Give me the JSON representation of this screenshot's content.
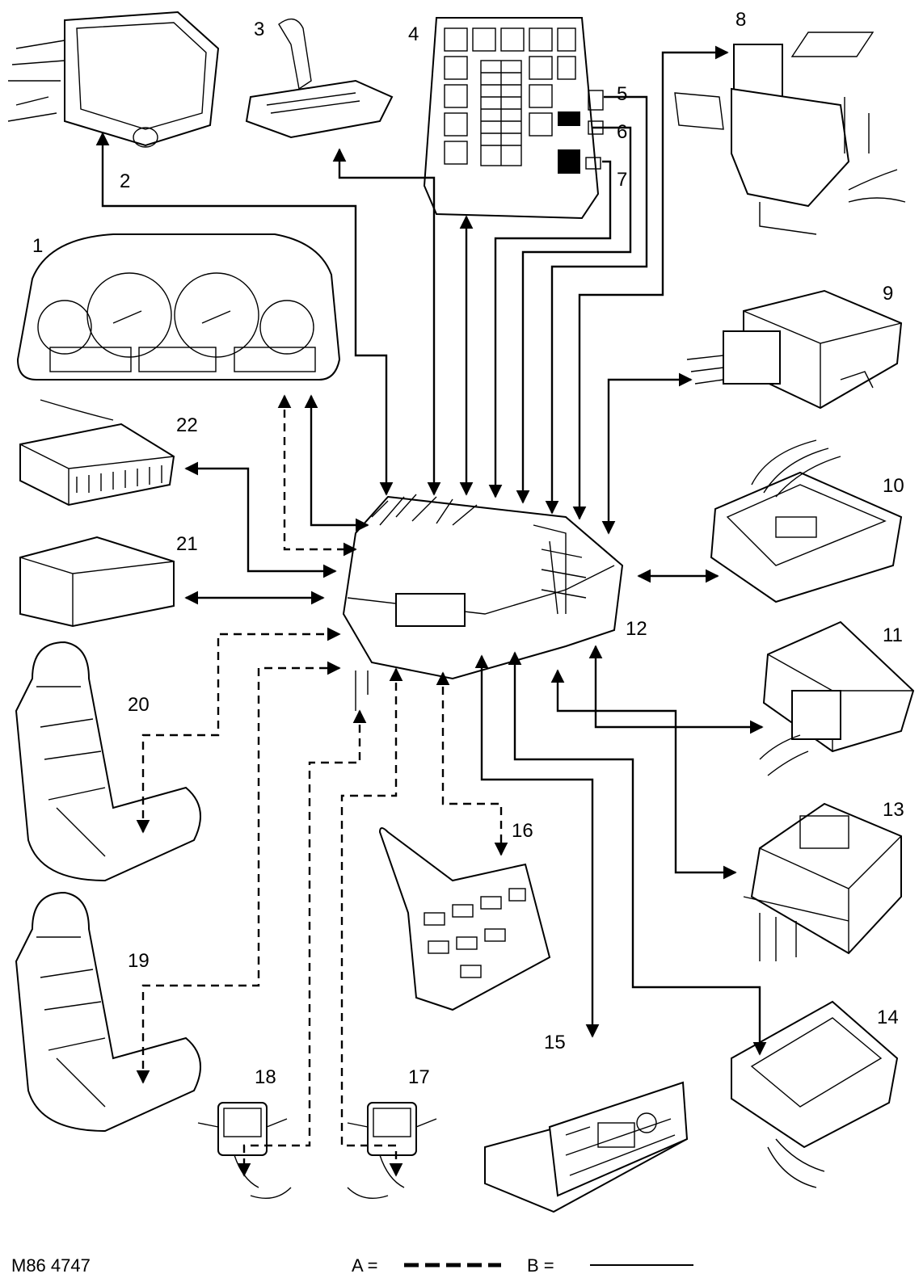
{
  "diagram": {
    "ref": "M86 4747",
    "legend": [
      {
        "key": "A =",
        "style": "dashed"
      },
      {
        "key": "B =",
        "style": "solid"
      }
    ],
    "components": [
      {
        "num": "1",
        "icon": "instrument-cluster-icon"
      },
      {
        "num": "2",
        "icon": "control-module-icon"
      },
      {
        "num": "3",
        "icon": "gear-selector-icon"
      },
      {
        "num": "4",
        "icon": "fuse-box-icon"
      },
      {
        "num": "5",
        "icon": "relay-icon"
      },
      {
        "num": "6",
        "icon": "relay-icon"
      },
      {
        "num": "7",
        "icon": "relay-icon"
      },
      {
        "num": "8",
        "icon": "module-bracket-icon"
      },
      {
        "num": "9",
        "icon": "control-module-icon"
      },
      {
        "num": "10",
        "icon": "control-module-icon"
      },
      {
        "num": "11",
        "icon": "control-module-icon"
      },
      {
        "num": "12",
        "icon": "central-module-icon"
      },
      {
        "num": "13",
        "icon": "control-module-icon"
      },
      {
        "num": "14",
        "icon": "control-module-icon"
      },
      {
        "num": "15",
        "icon": "climate-control-panel-icon"
      },
      {
        "num": "16",
        "icon": "door-switch-pack-icon"
      },
      {
        "num": "17",
        "icon": "mirror-icon"
      },
      {
        "num": "18",
        "icon": "mirror-icon"
      },
      {
        "num": "19",
        "icon": "seat-icon"
      },
      {
        "num": "20",
        "icon": "seat-icon"
      },
      {
        "num": "21",
        "icon": "audio-unit-icon"
      },
      {
        "num": "22",
        "icon": "connector-block-icon"
      }
    ]
  }
}
